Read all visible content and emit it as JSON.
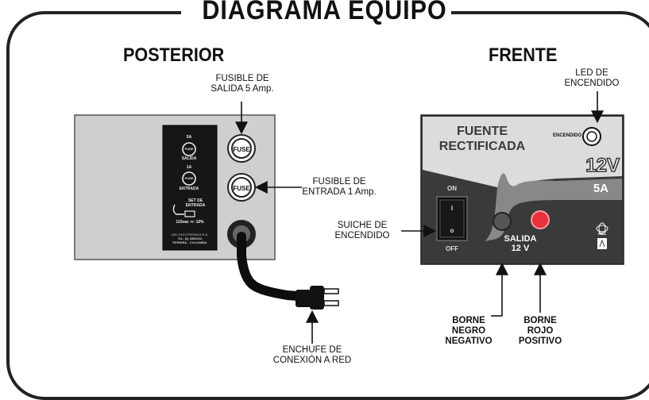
{
  "title": "DIAGRAMA EQUIPO",
  "posterior": {
    "heading": "POSTERIOR",
    "fuse_label": "FUSE",
    "panel": {
      "top_fuse_value": "5A",
      "top_fuse_caption": "SALIDA",
      "mid_fuse_value": "1A",
      "mid_fuse_caption": "ENTRADA",
      "set_caption_1": "SET DE",
      "set_caption_2": "ENTRADA",
      "voltage": "115vac +/- 10%",
      "maker_1": "ASC ELECTRÓNICA S.A.",
      "maker_2": "Tel.: (6) 3356016",
      "maker_3": "PEREIRA - COLOMBIA"
    },
    "callouts": {
      "fuse_out_1": "FUSIBLE DE",
      "fuse_out_2": "SALIDA 5 Amp.",
      "fuse_in_1": "FUSIBLE DE",
      "fuse_in_2": "ENTRADA 1 Amp.",
      "plug_1": "ENCHUFE DE",
      "plug_2": "CONEXIÓN A RED"
    }
  },
  "frente": {
    "heading": "FRENTE",
    "device_title_1": "FUENTE",
    "device_title_2": "RECTIFICADA",
    "led_caption": "ENCENDIDO",
    "voltage": "12V",
    "current": "5A",
    "switch_on": "ON",
    "switch_off": "OFF",
    "switch_mark_on": "I",
    "switch_mark_off": "o",
    "output_1": "SALIDA",
    "output_2": "12 V",
    "logo": "ASC",
    "callouts": {
      "led_1": "LED DE",
      "led_2": "ENCENDIDO",
      "switch_1": "SUICHE DE",
      "switch_2": "ENCENDIDO",
      "black_1": "BORNE",
      "black_2": "NEGRO",
      "black_3": "NEGATIVO",
      "red_1": "BORNE",
      "red_2": "ROJO",
      "red_3": "POSITIVO"
    }
  },
  "colors": {
    "frame": "#222222",
    "device_dark": "#3a3a3a",
    "panel_gray": "#cfcfcf",
    "led_red": "#e8323c"
  }
}
